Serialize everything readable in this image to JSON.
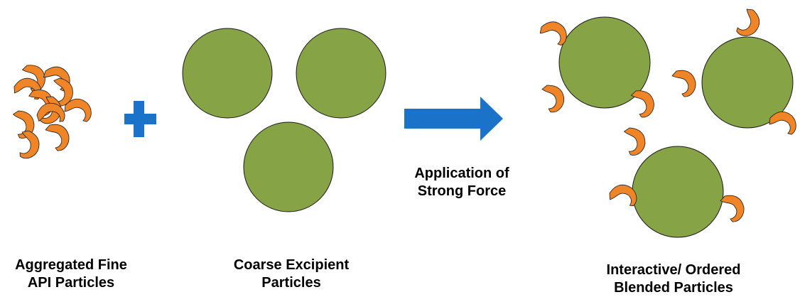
{
  "diagram": {
    "colors": {
      "fine_particle": "#f08528",
      "coarse_particle": "#86a446",
      "arrow": "#1a73c8",
      "plus": "#1a73c8",
      "outline": "#1a1a1a"
    },
    "groups": [
      {
        "id": "api",
        "lines": [
          "Aggregated Fine",
          "API Particles"
        ]
      },
      {
        "id": "excipient",
        "lines": [
          "Coarse Excipient",
          "Particles"
        ]
      },
      {
        "id": "result",
        "lines": [
          "Interactive/ Ordered",
          "Blended Particles"
        ]
      }
    ],
    "operator_icon": "plus-icon",
    "process": {
      "icon": "right-arrow-icon",
      "lines": [
        "Application of",
        "Strong Force"
      ]
    }
  }
}
